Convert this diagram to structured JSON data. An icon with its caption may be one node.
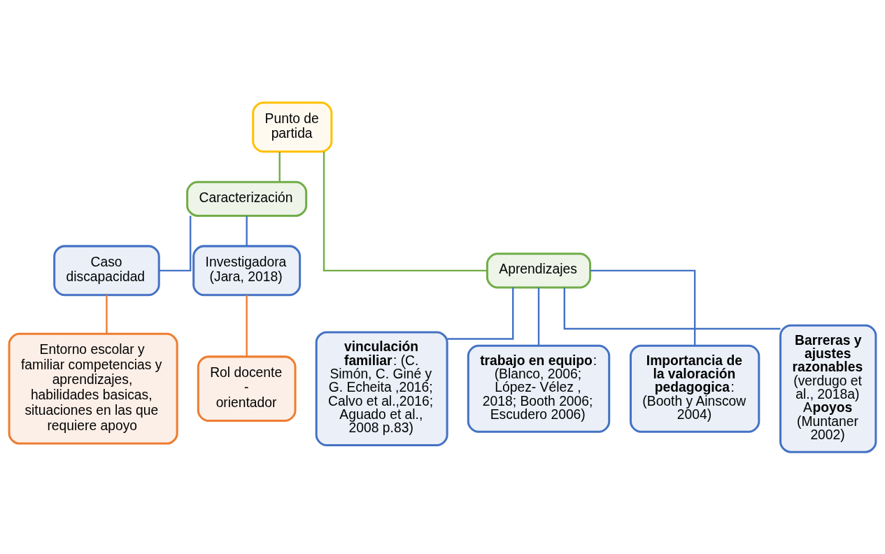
{
  "diagram": {
    "nodes": [
      {
        "text": [
          "Punto de partida"
        ]
      },
      {
        "text": [
          "Caracterización"
        ]
      },
      {
        "text": [
          "Aprendizajes"
        ]
      },
      {
        "text": [
          "Caso discapacidad"
        ]
      },
      {
        "text": [
          "Investigadora (Jara, 2018)"
        ]
      },
      {
        "text": [
          "Entorno escolar y familiar competencias y aprendizajes, habilidades basicas, situaciones en las que requiere apoyo"
        ]
      },
      {
        "text": [
          "Rol docente - orientador"
        ]
      },
      {
        "text": [
          "**vinculación familiar**: (C. Simón, C. Giné y G. Echeita ,2016; Calvo et al.,2016; Aguado et al., 2008 p.83)"
        ]
      },
      {
        "text": [
          "**trabajo en equipo**: (Blanco, 2006; López- Vélez , 2018; Booth 2006; Escudero 2006)"
        ]
      },
      {
        "text": [
          "**Importancia de la valoración pedagogica**: (Booth y Ainscow 2004)"
        ]
      },
      {
        "text": [
          "**Barreras y ajustes razonables** (verdugo et al., 2018a) A**poyos** (Muntaner 2002)"
        ]
      }
    ],
    "edges": [
      {
        "from": 0,
        "to": 1,
        "arrow": "none",
        "color": "#70ad47"
      },
      {
        "from": 0,
        "to": 2,
        "arrow": "none",
        "color": "#70ad47"
      },
      {
        "from": 1,
        "to": 3,
        "arrow": "none"
      },
      {
        "from": 1,
        "to": 4,
        "arrow": "none"
      },
      {
        "from": 2,
        "to": 7,
        "arrow": "none"
      },
      {
        "from": 2,
        "to": 8,
        "arrow": "none"
      },
      {
        "from": 2,
        "to": 9,
        "arrow": "none"
      },
      {
        "from": 2,
        "to": 10,
        "arrow": "none"
      },
      {
        "from": 3,
        "to": 5,
        "arrow": "none",
        "color": "#ed7d31"
      },
      {
        "from": 4,
        "to": 6,
        "arrow": "none",
        "color": "#ed7d31"
      }
    ]
  }
}
